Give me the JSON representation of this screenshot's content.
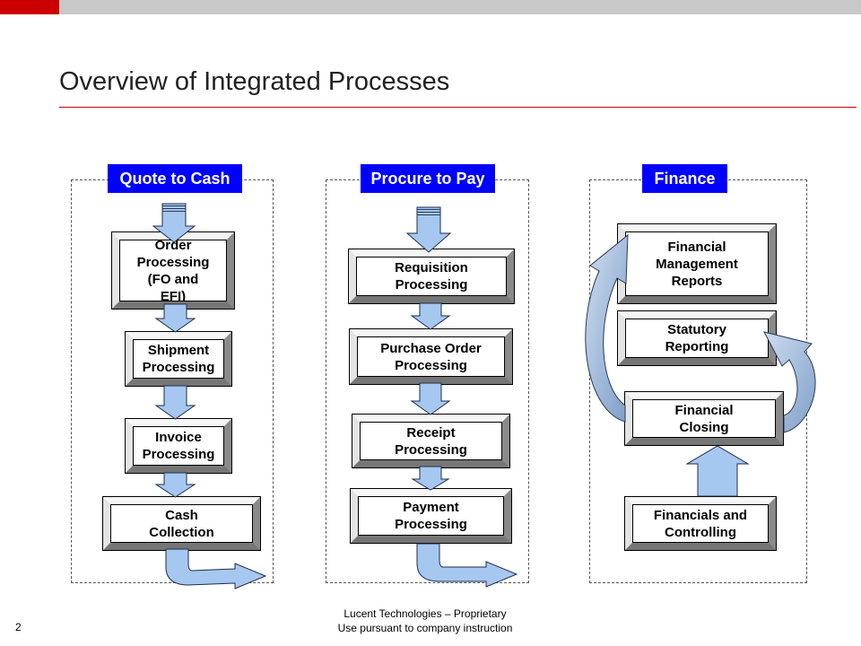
{
  "colors": {
    "accent": "#cc0000",
    "top_bar": "#c8c8c8",
    "header_blue": "#0000ff",
    "flow_arrow": "#a6c8f0",
    "cycle_arrow": "#7f9fc8"
  },
  "title": "Overview of Integrated Processes",
  "sections": [
    {
      "header": "Quote to Cash",
      "steps": [
        {
          "lines": [
            "Order",
            "Processing",
            "(FO and",
            "EFI)"
          ]
        },
        {
          "lines": [
            "Shipment",
            "Processing"
          ]
        },
        {
          "lines": [
            "Invoice",
            "Processing"
          ]
        },
        {
          "lines": [
            "Cash",
            "Collection"
          ]
        }
      ]
    },
    {
      "header": "Procure to Pay",
      "steps": [
        {
          "lines": [
            "Requisition",
            "Processing"
          ]
        },
        {
          "lines": [
            "Purchase Order",
            "Processing"
          ]
        },
        {
          "lines": [
            "Receipt",
            "Processing"
          ]
        },
        {
          "lines": [
            "Payment",
            "Processing"
          ]
        }
      ]
    },
    {
      "header": "Finance",
      "steps": [
        {
          "lines": [
            "Financial",
            "Management",
            "Reports"
          ]
        },
        {
          "lines": [
            "Statutory",
            "Reporting"
          ]
        },
        {
          "lines": [
            "Financial",
            "Closing"
          ]
        },
        {
          "lines": [
            "Financials and",
            "Controlling"
          ]
        }
      ]
    }
  ],
  "footer": {
    "page_number": "2",
    "line1": "Lucent Technologies – Proprietary",
    "line2": "Use pursuant to company instruction"
  }
}
